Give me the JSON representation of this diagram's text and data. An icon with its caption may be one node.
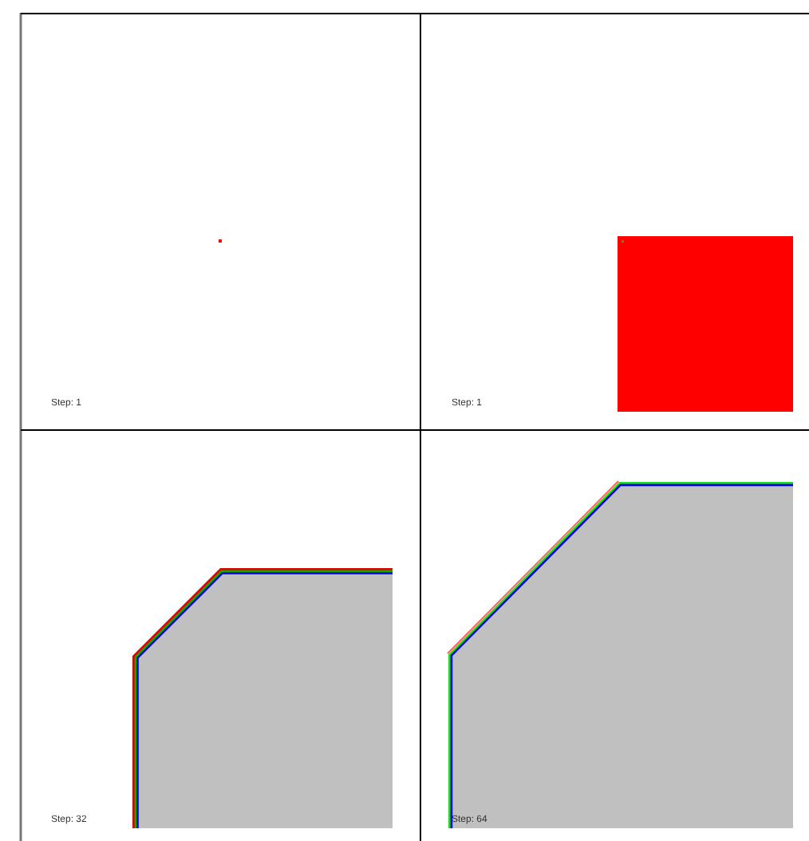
{
  "diagram": {
    "labels": [
      "Step: 1",
      "Step: 1",
      "Step: 32",
      "Step: 64"
    ]
  }
}
